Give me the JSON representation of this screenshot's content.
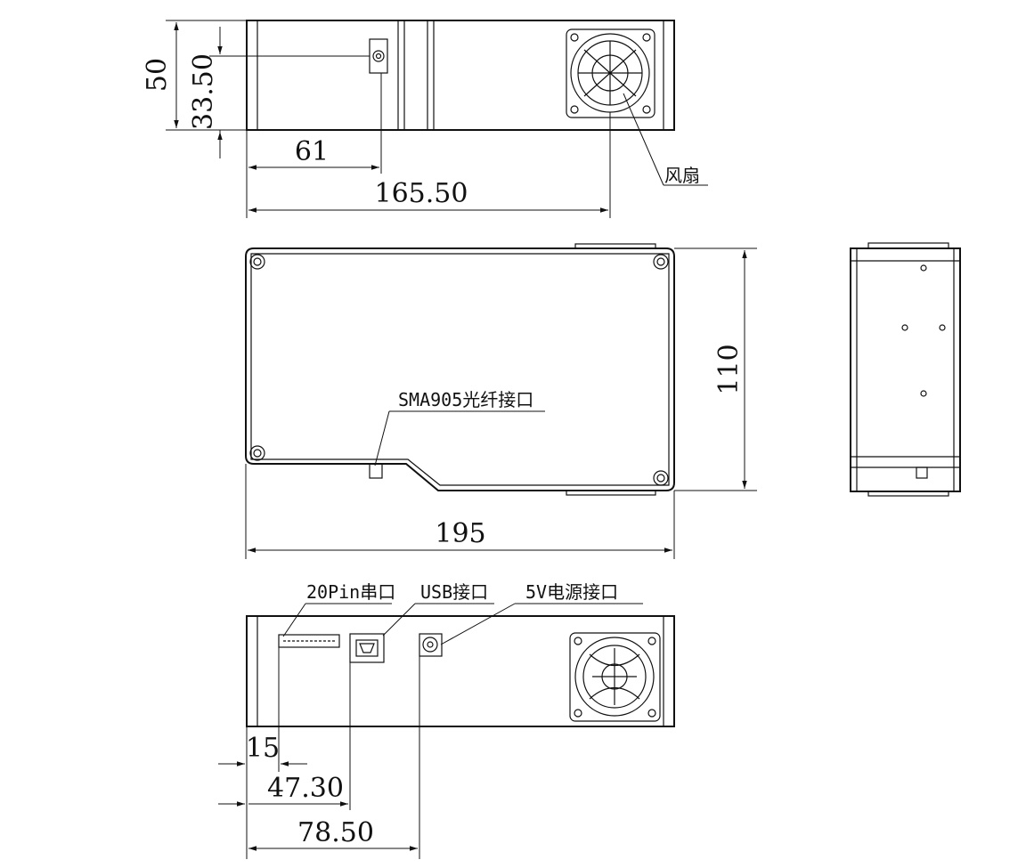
{
  "dimensions": {
    "top_height": "50",
    "top_port_height": "33.50",
    "top_port_offset": "61",
    "top_fan_offset": "165.50",
    "front_height": "110",
    "front_length": "195",
    "bottom_serial_offset": "15",
    "bottom_usb_offset": "47.30",
    "bottom_power_offset": "78.50"
  },
  "callouts": {
    "fan": "风扇",
    "sma_port": "SMA905光纤接口",
    "serial_port": "20Pin串口",
    "usb_port": "USB接口",
    "power_port": "5V电源接口"
  }
}
